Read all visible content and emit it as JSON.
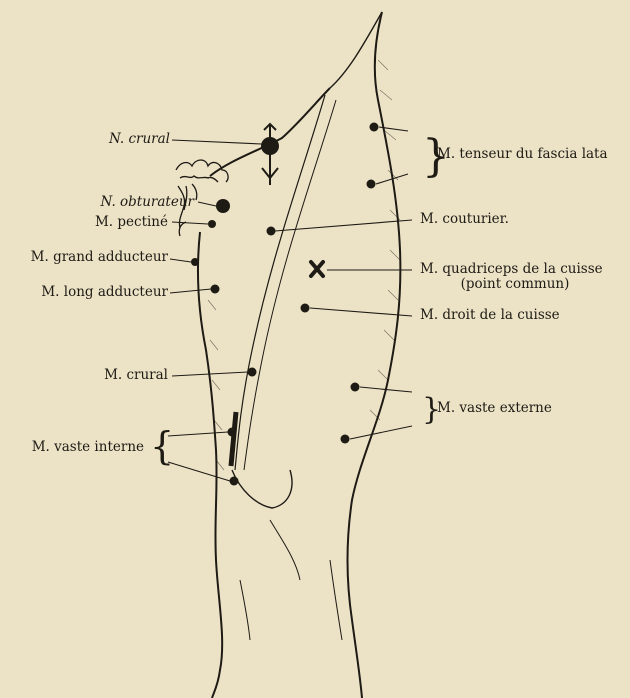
{
  "labels": {
    "n_crural": "N. crural",
    "n_obturateur": "N. obturateur",
    "m_pectine": "M. pectiné",
    "m_grand_adducteur": "M. grand adducteur",
    "m_long_adducteur": "M. long adducteur",
    "m_crural": "M. crural",
    "m_vaste_interne": "M. vaste interne",
    "m_tenseur": "M. tenseur du fascia lata",
    "m_couturier": "M. couturier.",
    "m_quadriceps_line1": "M. quadriceps de la cuisse",
    "m_quadriceps_line2": "(point commun)",
    "m_droit": "M. droit de la cuisse",
    "m_vaste_externe": "M. vaste externe"
  },
  "colors": {
    "paper": "#ece3c7",
    "ink": "#1e1a14"
  }
}
